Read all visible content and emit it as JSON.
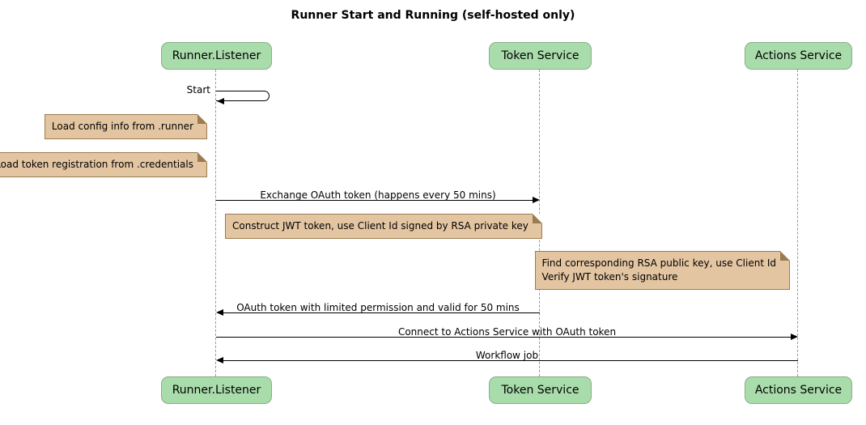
{
  "title": "Runner Start and Running (self-hosted only)",
  "colors": {
    "participant_fill": "#A9DCAB",
    "participant_border": "#87AE88",
    "note_fill": "#E3C5A2",
    "note_border": "#9B7B4F",
    "lifeline": "#999999",
    "arrow": "#000000"
  },
  "participants": [
    {
      "label": "Runner.Listener"
    },
    {
      "label": "Token Service"
    },
    {
      "label": "Actions Service"
    }
  ],
  "messages": {
    "start": "Start",
    "exchange": "Exchange OAuth token (happens every 50 mins)",
    "oauth_return": "OAuth token with limited permission and valid for 50 mins",
    "connect": "Connect to Actions Service with OAuth token",
    "workflow": "Workflow job"
  },
  "notes": {
    "load_config": "Load config info from .runner",
    "load_token": "Load token registration from .credentials",
    "construct_jwt": "Construct JWT token, use Client Id signed by RSA private key",
    "find_rsa_line1": "Find corresponding RSA public key, use Client Id",
    "find_rsa_line2": "Verify JWT token's signature"
  }
}
